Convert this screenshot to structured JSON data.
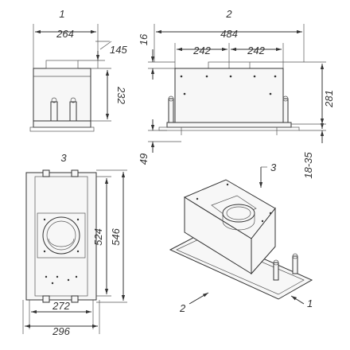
{
  "views": {
    "v1": {
      "label": "1",
      "width": "264",
      "top_offset": "145",
      "height": "232"
    },
    "v2": {
      "label": "2",
      "width": "484",
      "half_left": "242",
      "half_right": "242",
      "top_offset": "16",
      "height": "281",
      "bottom": "49",
      "range": "18-35"
    },
    "v3": {
      "label": "3",
      "outer_height": "546",
      "inner_height": "524",
      "inner_width": "272",
      "outer_width": "296"
    },
    "iso": {
      "label_top": "3",
      "label_left": "2",
      "label_right": "1"
    }
  }
}
